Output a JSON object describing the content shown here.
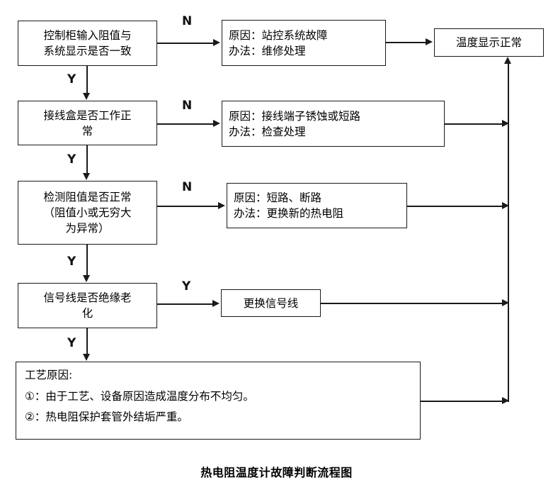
{
  "diagram": {
    "caption": "热电阻温度计故障判断流程图",
    "decisions": [
      {
        "id": "d1",
        "lines": [
          "控制柜输入阻值与",
          "系统显示是否一致"
        ]
      },
      {
        "id": "d2",
        "lines": [
          "接线盒是否工作正",
          "常"
        ]
      },
      {
        "id": "d3",
        "lines": [
          "检测阻值是否正常",
          "（阻值小或无穷大",
          "为异常）"
        ]
      },
      {
        "id": "d4",
        "lines": [
          "信号线是否绝缘老",
          "化"
        ]
      }
    ],
    "outcomes": [
      {
        "id": "o1",
        "lines": [
          "原因：站控系统故障",
          "办法：维修处理"
        ]
      },
      {
        "id": "o2",
        "lines": [
          "原因：接线端子锈蚀或短路",
          "办法：检查处理"
        ]
      },
      {
        "id": "o3",
        "lines": [
          "原因：短路、断路",
          "办法：更换新的热电阻"
        ]
      },
      {
        "id": "o4",
        "lines": [
          "更换信号线"
        ]
      }
    ],
    "reasons_box": {
      "title": "工艺原因:",
      "items": [
        "①：由于工艺、设备原因造成温度分布不均匀。",
        "②：热电阻保护套管外结垢严重。"
      ]
    },
    "terminal": {
      "id": "t1",
      "label": "温度显示正常"
    },
    "edge_labels": {
      "n1": "N",
      "n2": "N",
      "n3": "N",
      "y_branch4": "Y",
      "y1": "Y",
      "y2": "Y",
      "y3": "Y",
      "y4": "Y"
    },
    "colors": {
      "stroke": "#1a1a1a",
      "background": "#ffffff",
      "text": "#000000"
    }
  }
}
